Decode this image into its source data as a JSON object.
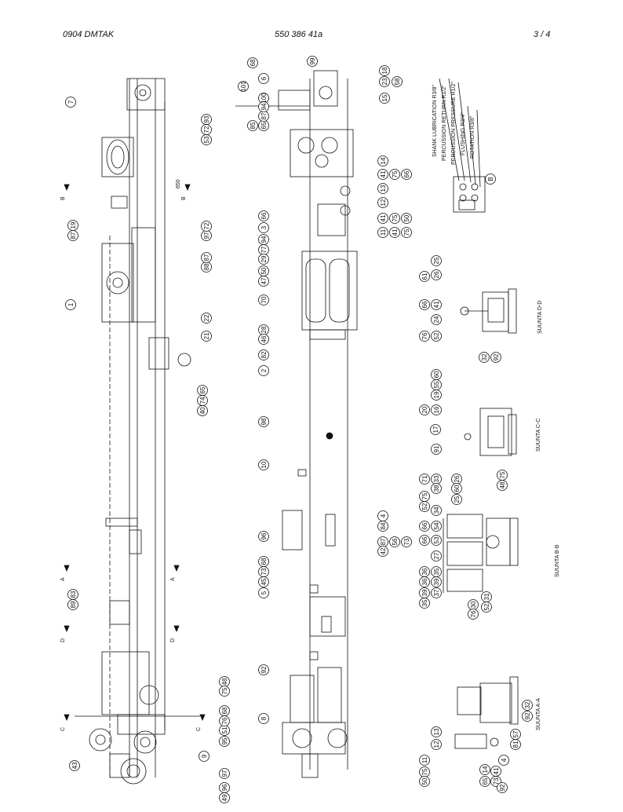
{
  "header": {
    "left": "0904 DMTAK",
    "center": "550 386 41a",
    "right": "3 /   4"
  },
  "section_labels": {
    "d_d": "SUUNTA D-D",
    "c_c": "SUUNTA C-C",
    "b_b": "SUUNTA B-B",
    "a_a": "SUUNTA A-A"
  },
  "hose_labels": [
    "SHANK LUBRICATION R3/8\"",
    "PERCUSSION RETURN R1/2\"",
    "PERCUSSION PRESSURE R1/2\"",
    "FLUSHING R3/4\"",
    "ROTATION R3/8\""
  ],
  "dimension": "650",
  "section_markers": [
    "B",
    "B",
    "A",
    "A",
    "D",
    "D",
    "C",
    "C"
  ],
  "callouts": {
    "left_view": [
      "7",
      "93",
      "72",
      "53",
      "87",
      "19",
      "97",
      "72",
      "88",
      "87",
      "1",
      "22",
      "21",
      "65",
      "74",
      "40",
      "89",
      "83",
      "48",
      "75",
      "95",
      "51",
      "76",
      "68",
      "9",
      "97",
      "43",
      "96",
      "49"
    ],
    "center_view": [
      "68",
      "6",
      "99",
      "101",
      "100",
      "18",
      "23",
      "58",
      "15",
      "85",
      "65",
      "87",
      "94",
      "14",
      "41",
      "75",
      "66",
      "13",
      "12",
      "41",
      "75",
      "50",
      "11",
      "41",
      "75",
      "66",
      "3",
      "94",
      "77",
      "29",
      "50",
      "47",
      "70",
      "28",
      "46",
      "82",
      "2",
      "98",
      "10",
      "96",
      "4",
      "84",
      "87",
      "56",
      "73",
      "42",
      "68",
      "73",
      "45",
      "5",
      "92",
      "8"
    ],
    "section_dd": [
      "61",
      "25",
      "26",
      "66",
      "41",
      "24",
      "76",
      "52",
      "32",
      "92"
    ],
    "section_cc": [
      "19",
      "55",
      "60",
      "20",
      "16",
      "17",
      "91",
      "48",
      "75"
    ],
    "section_bb": [
      "71",
      "33",
      "38",
      "26",
      "60",
      "25",
      "75",
      "52",
      "34",
      "66",
      "54",
      "66",
      "53",
      "27",
      "36",
      "35",
      "36",
      "39",
      "39",
      "37",
      "35",
      "30",
      "31",
      "52",
      "76"
    ],
    "section_aa": [
      "11",
      "12",
      "13",
      "75",
      "50",
      "14",
      "65",
      "73",
      "41",
      "4",
      "92",
      "81",
      "57",
      "92",
      "32"
    ],
    "right_small": [
      "B"
    ]
  }
}
